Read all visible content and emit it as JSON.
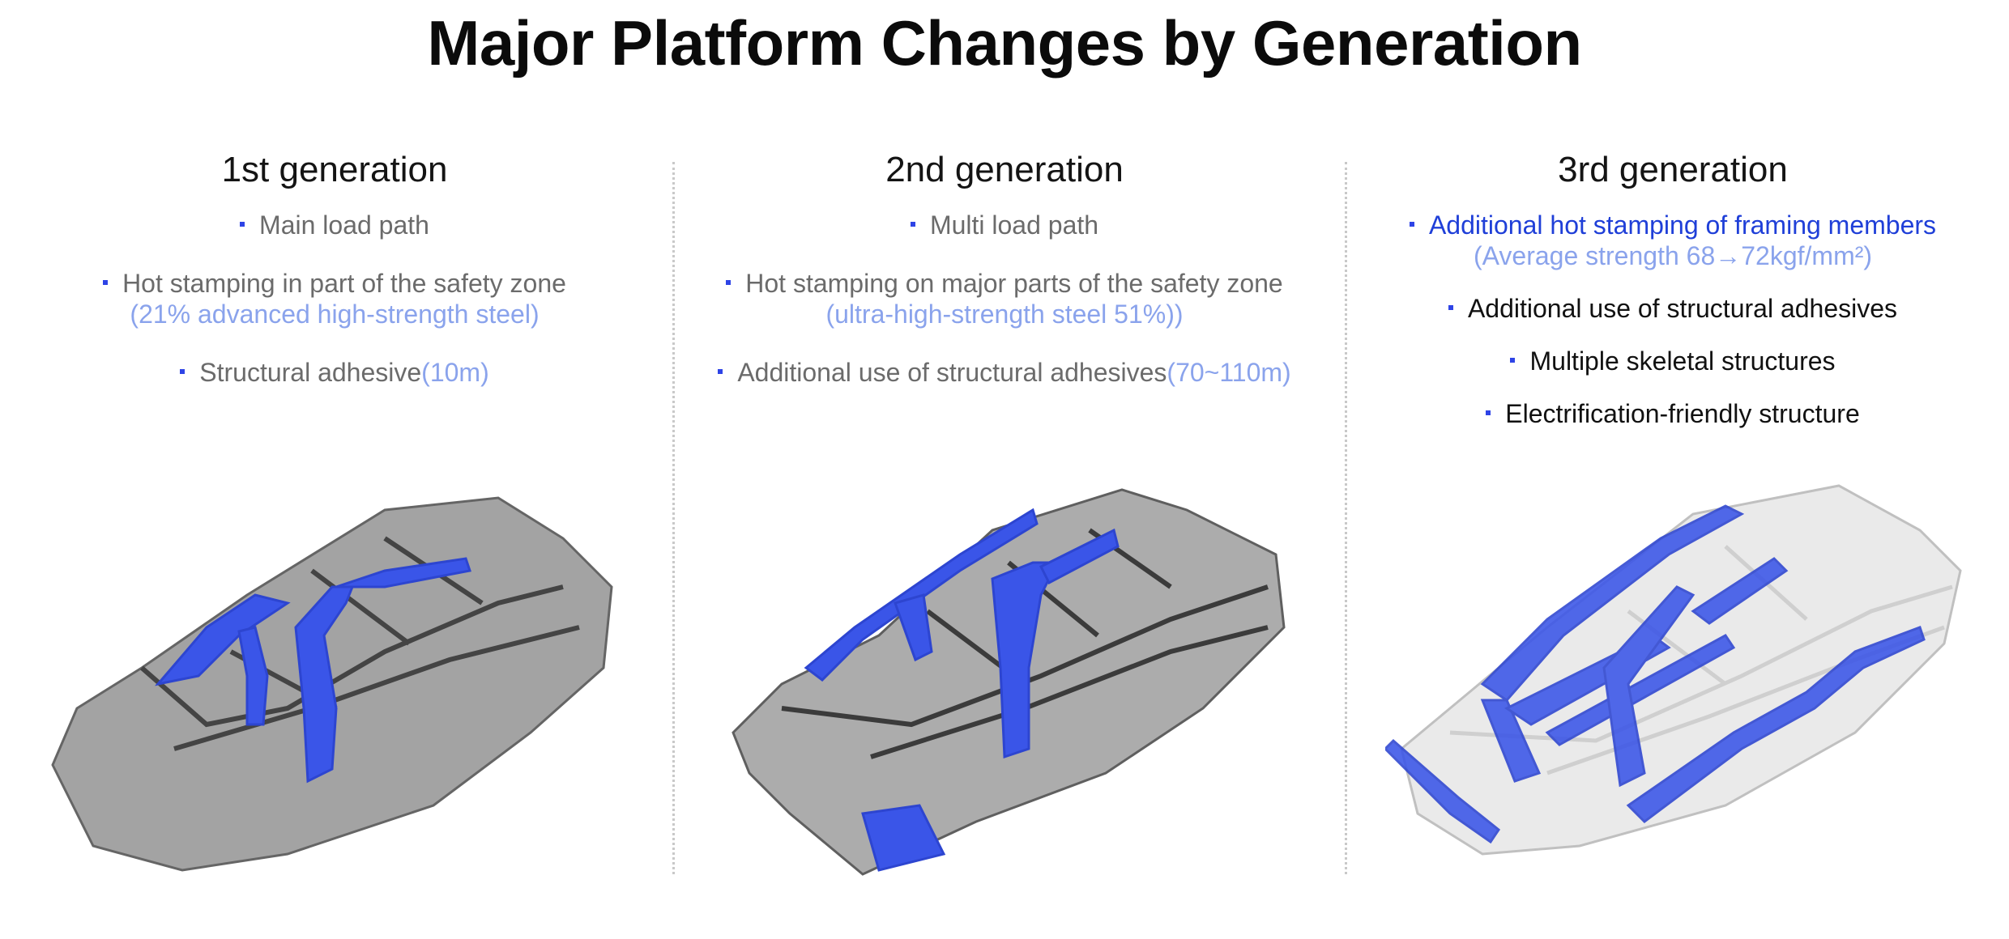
{
  "title": "Major Platform Changes by Generation",
  "colors": {
    "accent_blue": "#2e44e6",
    "light_blue": "#8aa3ec",
    "gray_text": "#6b6b6b"
  },
  "generations": [
    {
      "title": "1st generation",
      "bullets": [
        {
          "main": "Main load path"
        },
        {
          "main": "Hot stamping in part of the safety zone",
          "detail": "(21% advanced high-strength steel)"
        },
        {
          "main": "Structural adhesive",
          "detail": "(10m)"
        }
      ]
    },
    {
      "title": "2nd generation",
      "bullets": [
        {
          "main": "Multi load path"
        },
        {
          "main": "Hot stamping on major parts of the safety zone",
          "detail": "(ultra-high-strength steel 51%))"
        },
        {
          "main": "Additional use of structural adhesives",
          "detail": "(70~110m)"
        }
      ]
    },
    {
      "title": "3rd generation",
      "bullets": [
        {
          "main": "Additional hot stamping of framing members",
          "detail": "(Average strength 68→72kgf/mm²)"
        },
        {
          "main": "Additional use of structural adhesives"
        },
        {
          "main": "Multiple skeletal structures"
        },
        {
          "main": "Electrification-friendly structure"
        }
      ]
    }
  ],
  "images": [
    "car-body-frame-illustration",
    "car-body-frame-illustration",
    "car-body-frame-illustration"
  ]
}
